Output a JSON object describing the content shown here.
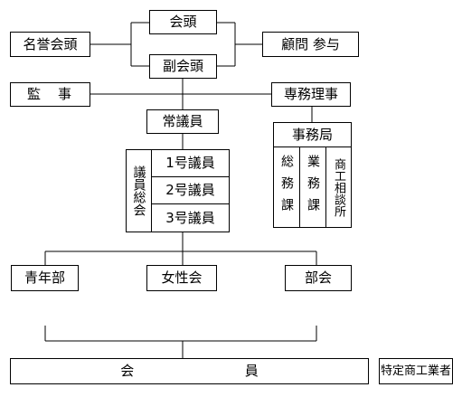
{
  "chart": {
    "head": "会頭",
    "honorary_head": "名誉会頭",
    "advisors": "顧問 参与",
    "vice_head": "副会頭",
    "auditor": "監　事",
    "executive_director": "専務理事",
    "standing_members": "常議員",
    "secretariat": "事務局",
    "section_general_affairs": "総務課",
    "section_business": "業務課",
    "section_consultation": "商工相談所",
    "general_assembly": "議員総会",
    "member_class_1": "1号議員",
    "member_class_2": "2号議員",
    "member_class_3": "3号議員",
    "youth_division": "青年部",
    "women_association": "女性会",
    "subcommittee": "部会",
    "members_left": "会",
    "members_right": "員",
    "specified_business": "特定商工業者"
  }
}
